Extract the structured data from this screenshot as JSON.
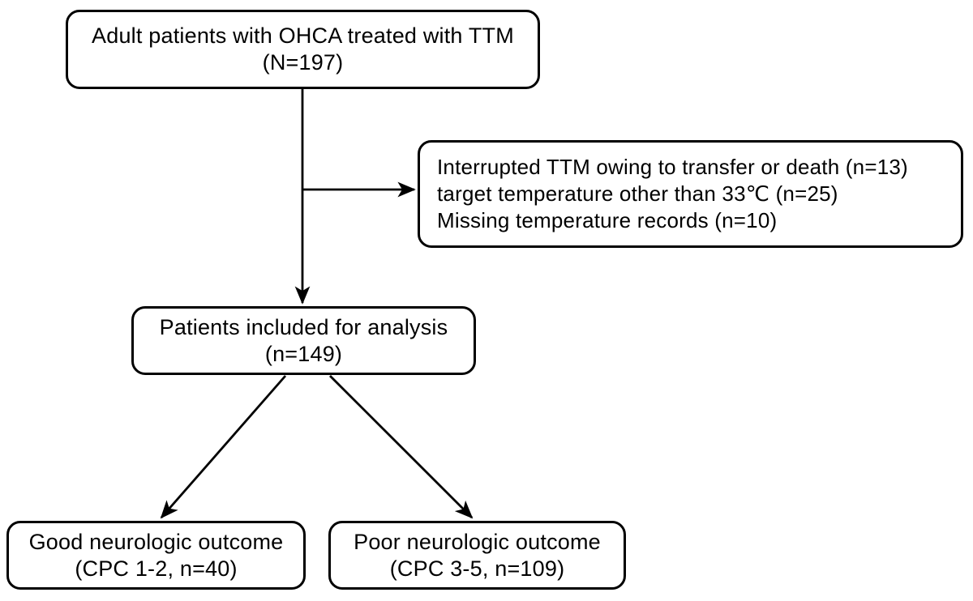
{
  "figure": {
    "type": "flowchart",
    "background_color": "#ffffff",
    "box_border_color": "#000000",
    "arrow_color": "#000000",
    "text_color": "#000000",
    "nodes": {
      "total": {
        "lines": [
          "Adult patients with OHCA treated with TTM",
          "(N=197)"
        ]
      },
      "excluded": {
        "lines": [
          "Interrupted TTM owing to transfer or death (n=13)",
          "target temperature other than 33℃ (n=25)",
          "Missing temperature records (n=10)"
        ]
      },
      "included": {
        "lines": [
          "Patients included for analysis",
          "(n=149)"
        ]
      },
      "good_outcome": {
        "lines": [
          "Good neurologic outcome",
          "(CPC 1-2, n=40)"
        ]
      },
      "poor_outcome": {
        "lines": [
          "Poor neurologic outcome",
          "(CPC 3-5, n=109)"
        ]
      }
    },
    "edges": [
      {
        "from": "total",
        "to": "included"
      },
      {
        "from": "total",
        "to": "excluded"
      },
      {
        "from": "included",
        "to": "good_outcome"
      },
      {
        "from": "included",
        "to": "poor_outcome"
      }
    ]
  }
}
